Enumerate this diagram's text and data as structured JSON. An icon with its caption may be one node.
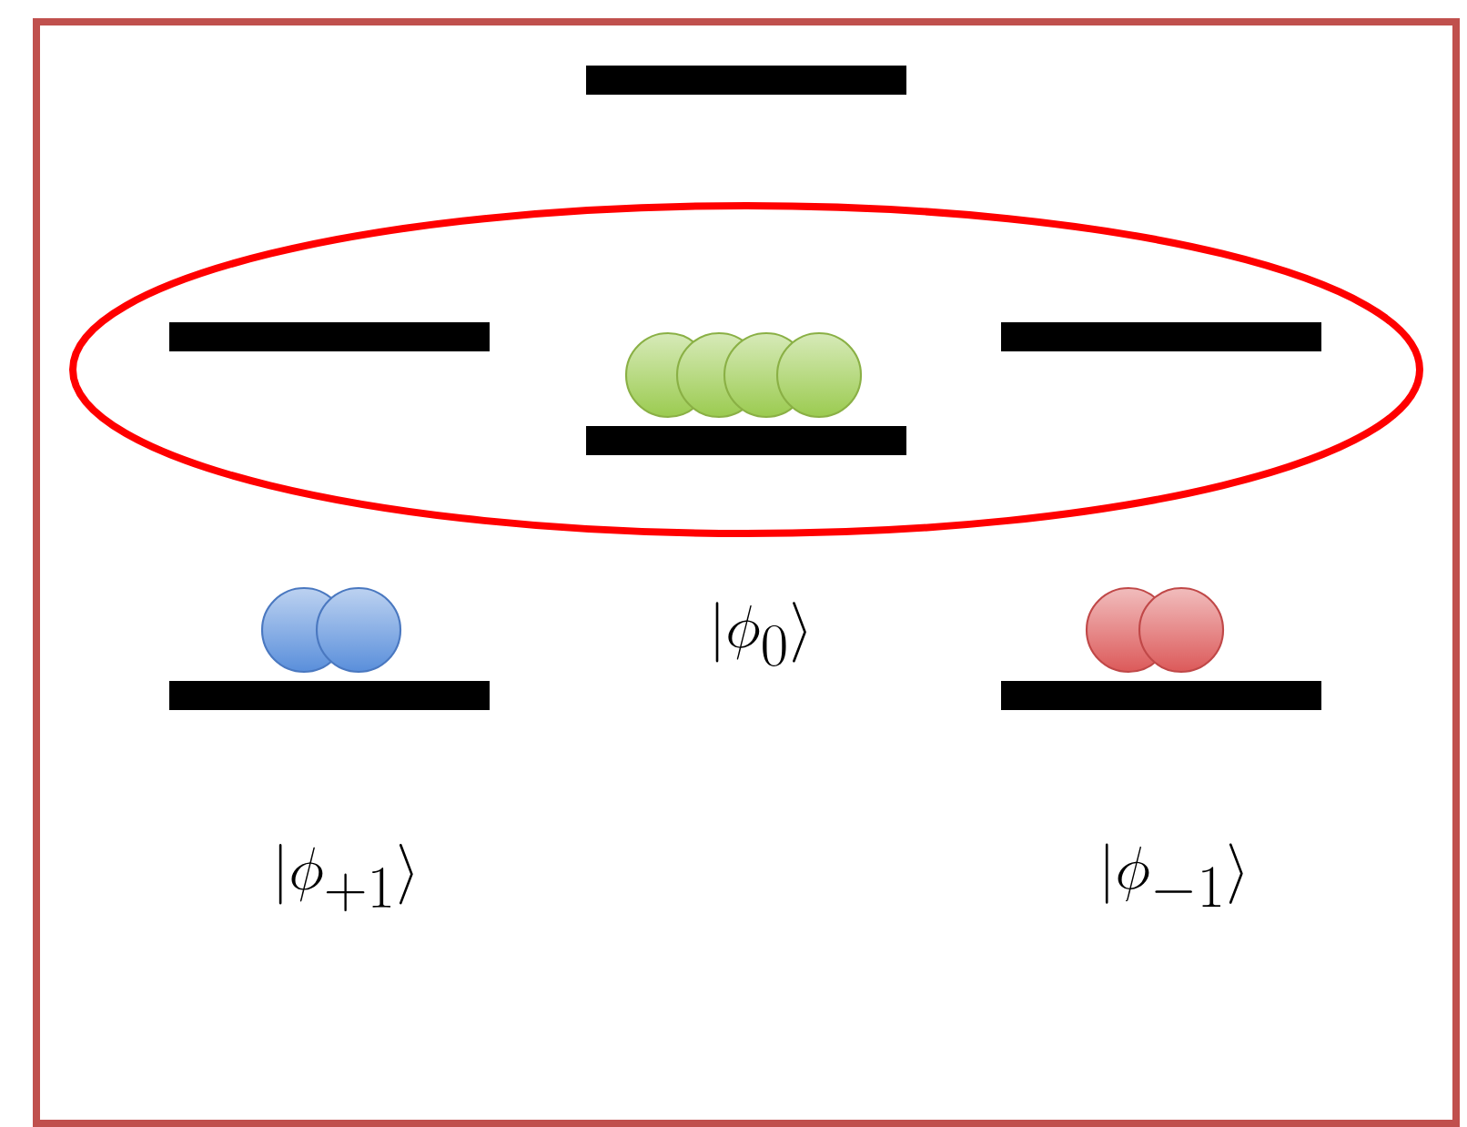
{
  "diagram": {
    "labels": [
      "|\\phi_0\\rangle",
      "|\\phi_{+1}\\rangle",
      "|\\phi_{-1}\\rangle"
    ]
  }
}
